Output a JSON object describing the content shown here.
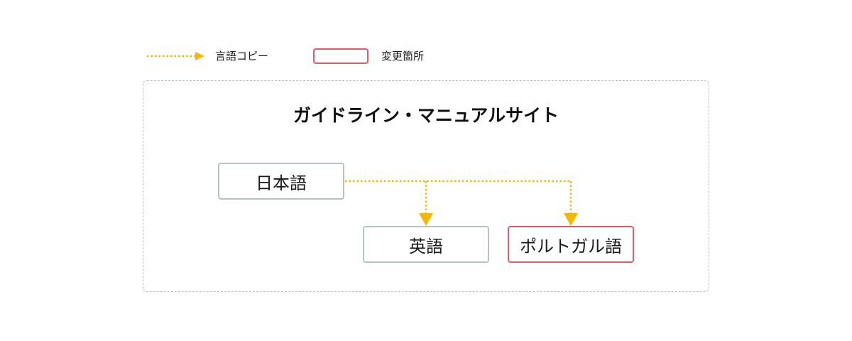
{
  "legend": {
    "copy_label": "言語コピー",
    "changed_label": "変更箇所"
  },
  "colors": {
    "copy_arrow": "#f5b800",
    "changed_border": "#e05a6a",
    "node_border": "#b5c2c0",
    "frame_border": "#bdbdbd"
  },
  "diagram": {
    "title": "ガイドライン・マニュアルサイト",
    "nodes": {
      "japanese": "日本語",
      "english": "英語",
      "portuguese": "ポルトガル語"
    }
  }
}
